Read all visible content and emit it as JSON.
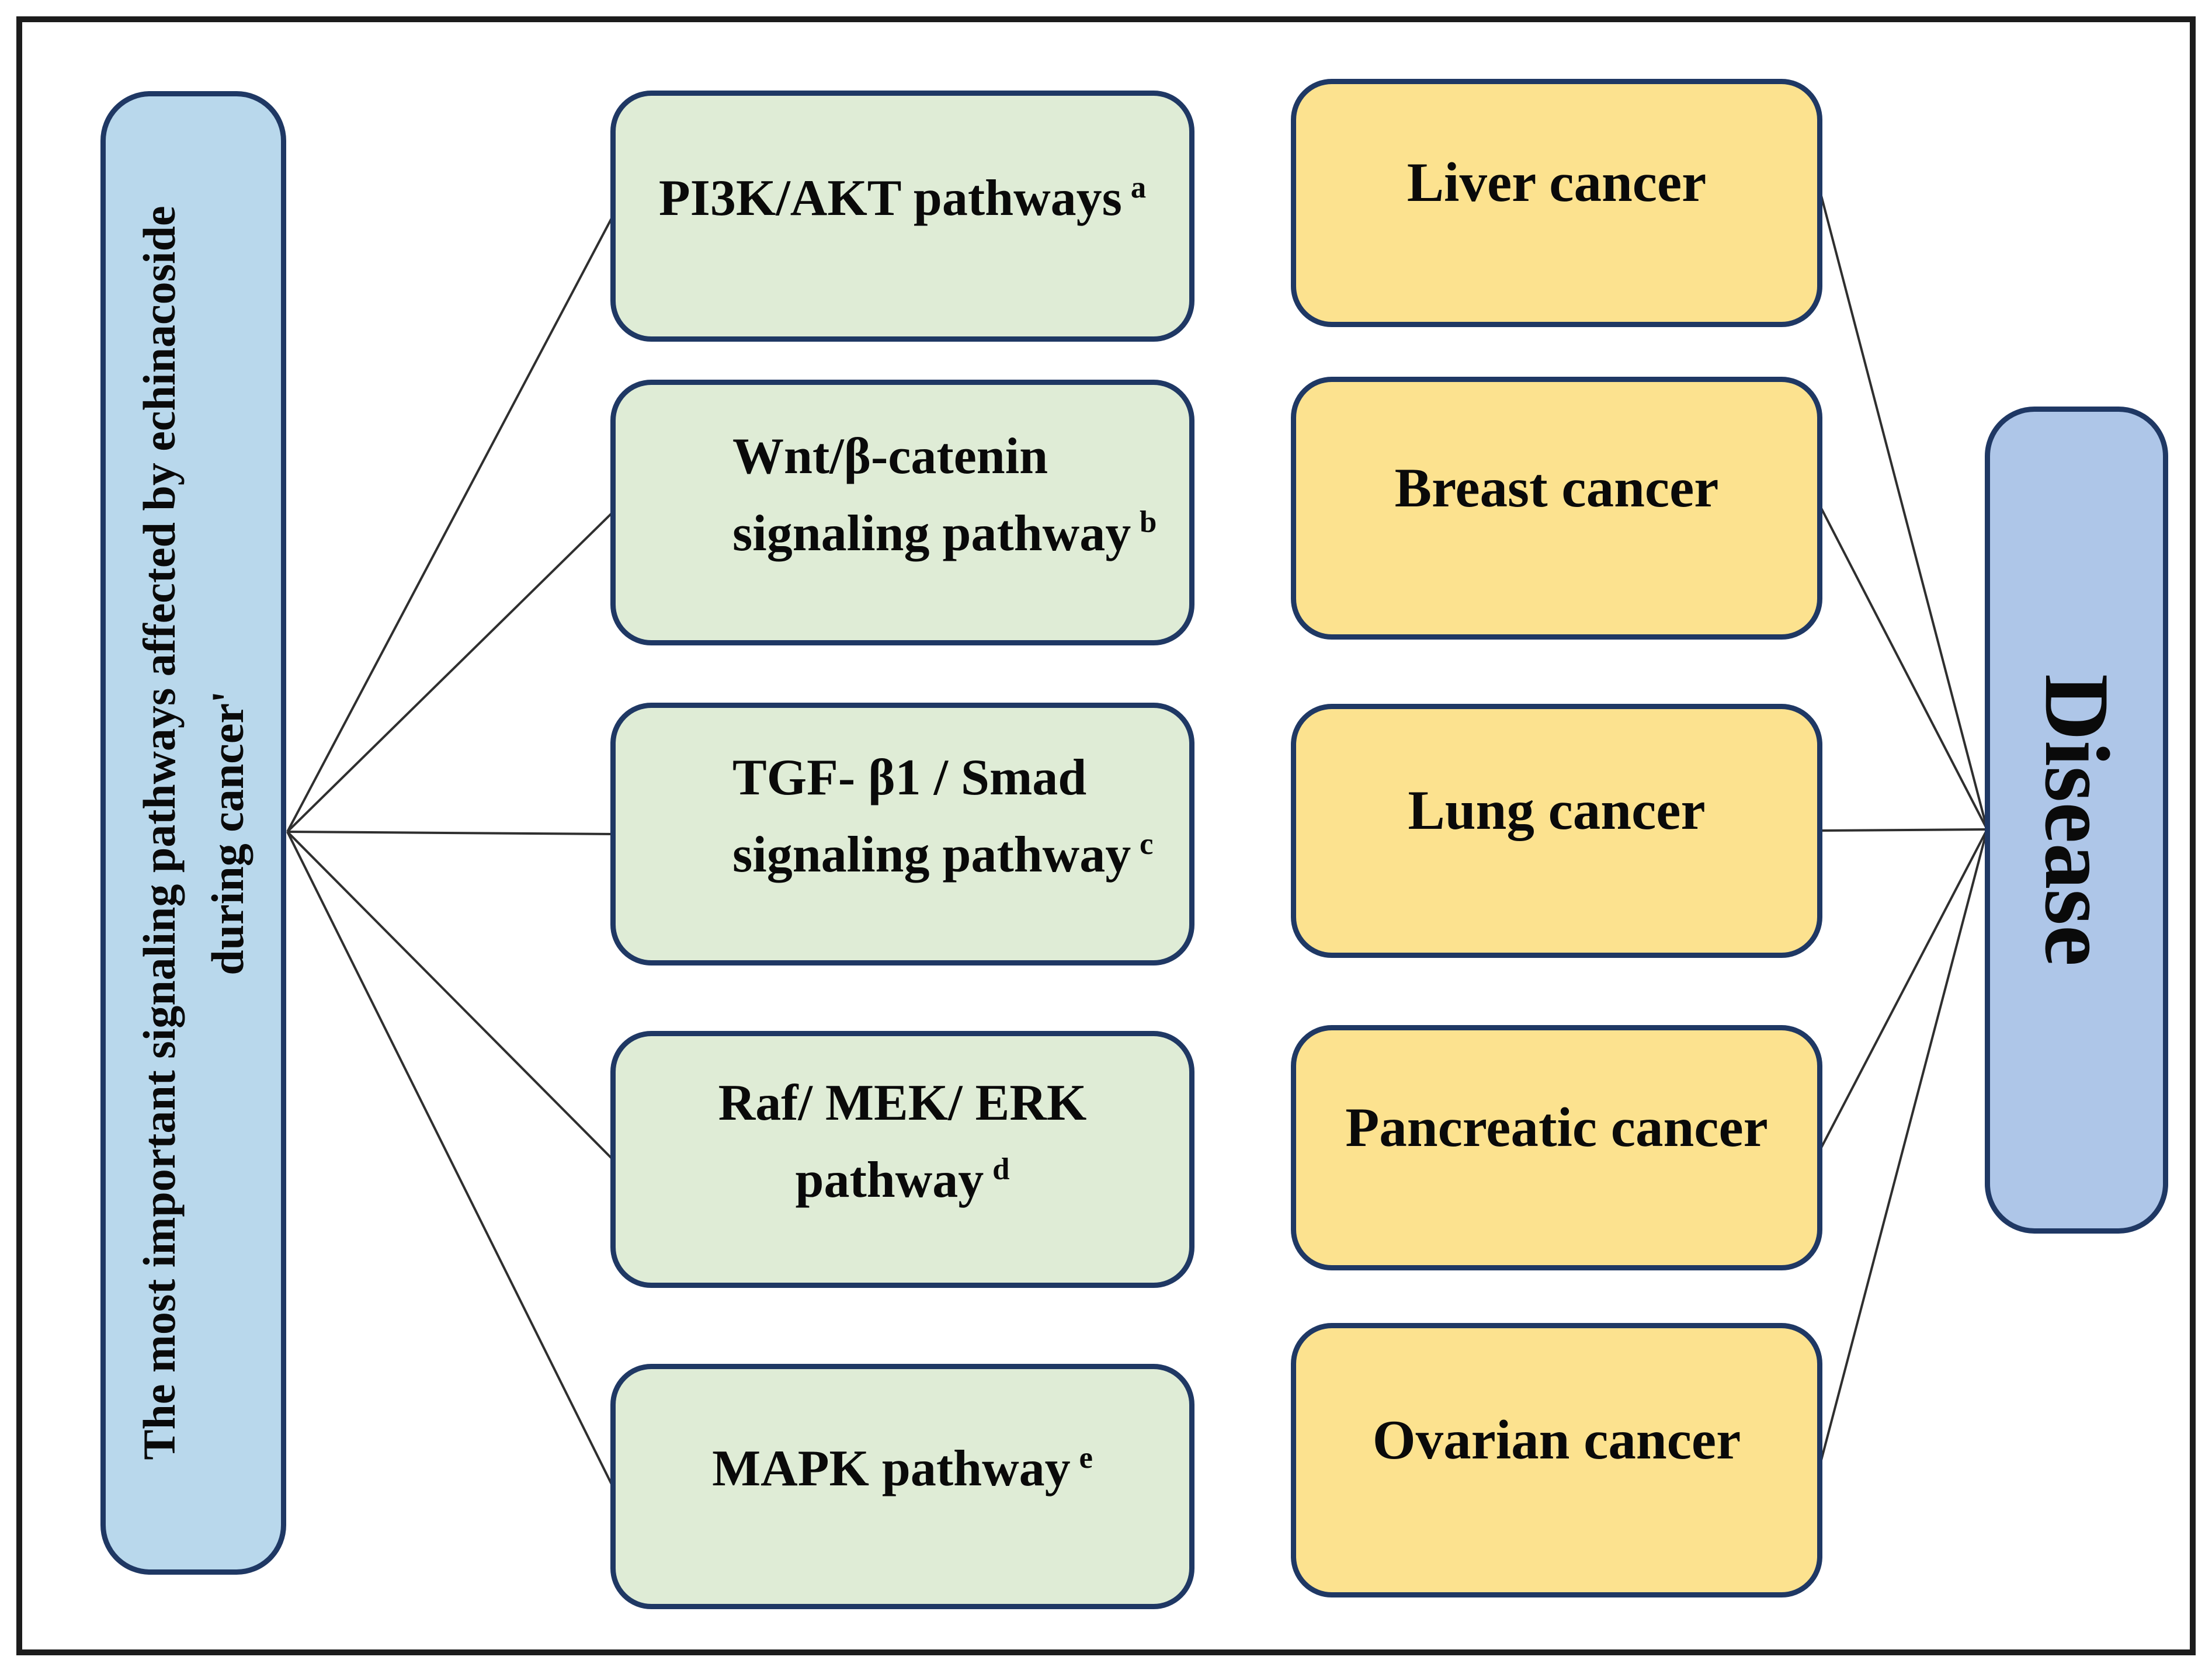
{
  "figure": {
    "source_label": {
      "line1": "The most important signaling pathways affected by echinacoside",
      "line2": "during cancer'"
    },
    "disease_label": "Disease",
    "pathways": [
      {
        "line1": "PI3K/AKT pathways",
        "superscript": "a"
      },
      {
        "line1": "Wnt/β-catenin",
        "line2": "signaling pathway",
        "superscript": "b"
      },
      {
        "line1": "TGF- β1 / Smad",
        "line2": "signaling pathway",
        "superscript": "c"
      },
      {
        "line1": "Raf/ MEK/ ERK",
        "line2": "pathway",
        "superscript": "d"
      },
      {
        "line1": "MAPK pathway",
        "superscript": "e"
      }
    ],
    "cancers": [
      {
        "label": "Liver cancer"
      },
      {
        "label": "Breast cancer"
      },
      {
        "label": "Lung cancer"
      },
      {
        "label": "Pancreatic cancer"
      },
      {
        "label": "Ovarian cancer"
      }
    ],
    "edges": [
      {
        "from": "source",
        "to": "PI3K/AKT pathways a"
      },
      {
        "from": "source",
        "to": "Wnt/β-catenin signaling pathway b"
      },
      {
        "from": "source",
        "to": "TGF- β1 / Smad signaling pathway c"
      },
      {
        "from": "source",
        "to": "Raf/ MEK/ ERK pathway d"
      },
      {
        "from": "source",
        "to": "MAPK pathway e"
      },
      {
        "from": "Liver cancer",
        "to": "Disease"
      },
      {
        "from": "Breast cancer",
        "to": "Disease"
      },
      {
        "from": "Lung cancer",
        "to": "Disease"
      },
      {
        "from": "Pancreatic cancer",
        "to": "Disease"
      },
      {
        "from": "Ovarian cancer",
        "to": "Disease"
      }
    ]
  },
  "colors": {
    "c-frame": "#1c1c1c",
    "c-border": "#1f3864",
    "c-left-blue": "#b9d8ec",
    "c-disease-blue": "#aec6e8",
    "c-green": "#dfecd6",
    "c-yellow": "#fce28f",
    "c-line": "#2f2f2f"
  }
}
